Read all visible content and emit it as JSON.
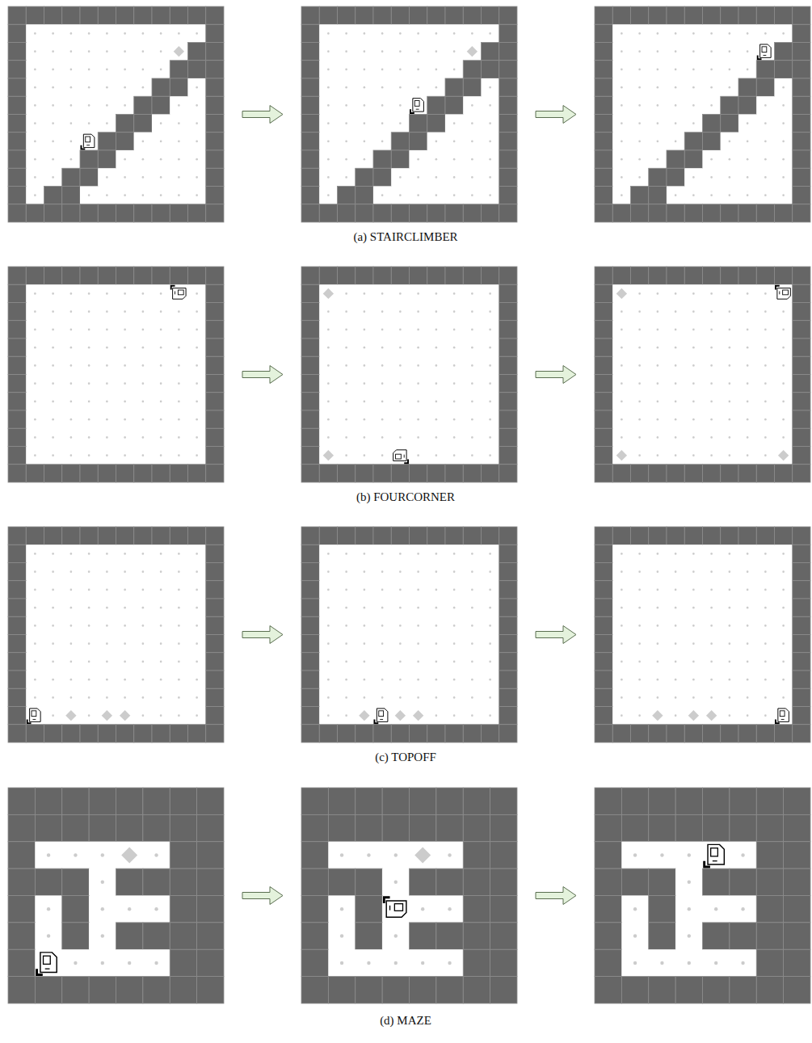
{
  "diagram": {
    "labels": [
      "(a) STAIRCLIMBER",
      "(b) FOURCORNER",
      "(c) TOPOFF",
      "(d) MAZE"
    ]
  }
}
